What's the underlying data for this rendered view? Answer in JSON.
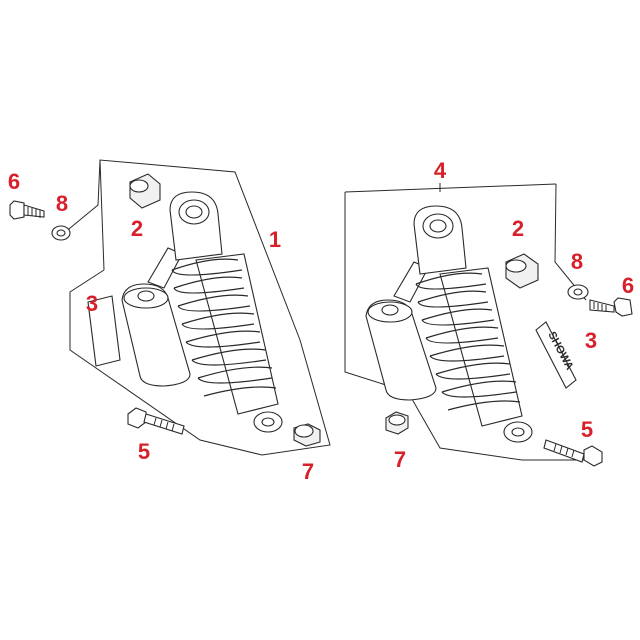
{
  "colors": {
    "callout": "#d8202a",
    "line": "#2a2a2a"
  },
  "callouts": [
    {
      "text": "6",
      "side": "left"
    },
    {
      "text": "8",
      "side": "left"
    },
    {
      "text": "2",
      "side": "left"
    },
    {
      "text": "1",
      "side": "left"
    },
    {
      "text": "3",
      "side": "left"
    },
    {
      "text": "5",
      "side": "left"
    },
    {
      "text": "7",
      "side": "left"
    },
    {
      "text": "4",
      "side": "right"
    },
    {
      "text": "2",
      "side": "right"
    },
    {
      "text": "8",
      "side": "right"
    },
    {
      "text": "6",
      "side": "right"
    },
    {
      "text": "3",
      "side": "right"
    },
    {
      "text": "5",
      "side": "right"
    },
    {
      "text": "7",
      "side": "right"
    }
  ],
  "decal_text": "SHOWA",
  "icons": [
    "shock-absorber",
    "bolt",
    "washer",
    "bushing",
    "collar",
    "decal"
  ]
}
